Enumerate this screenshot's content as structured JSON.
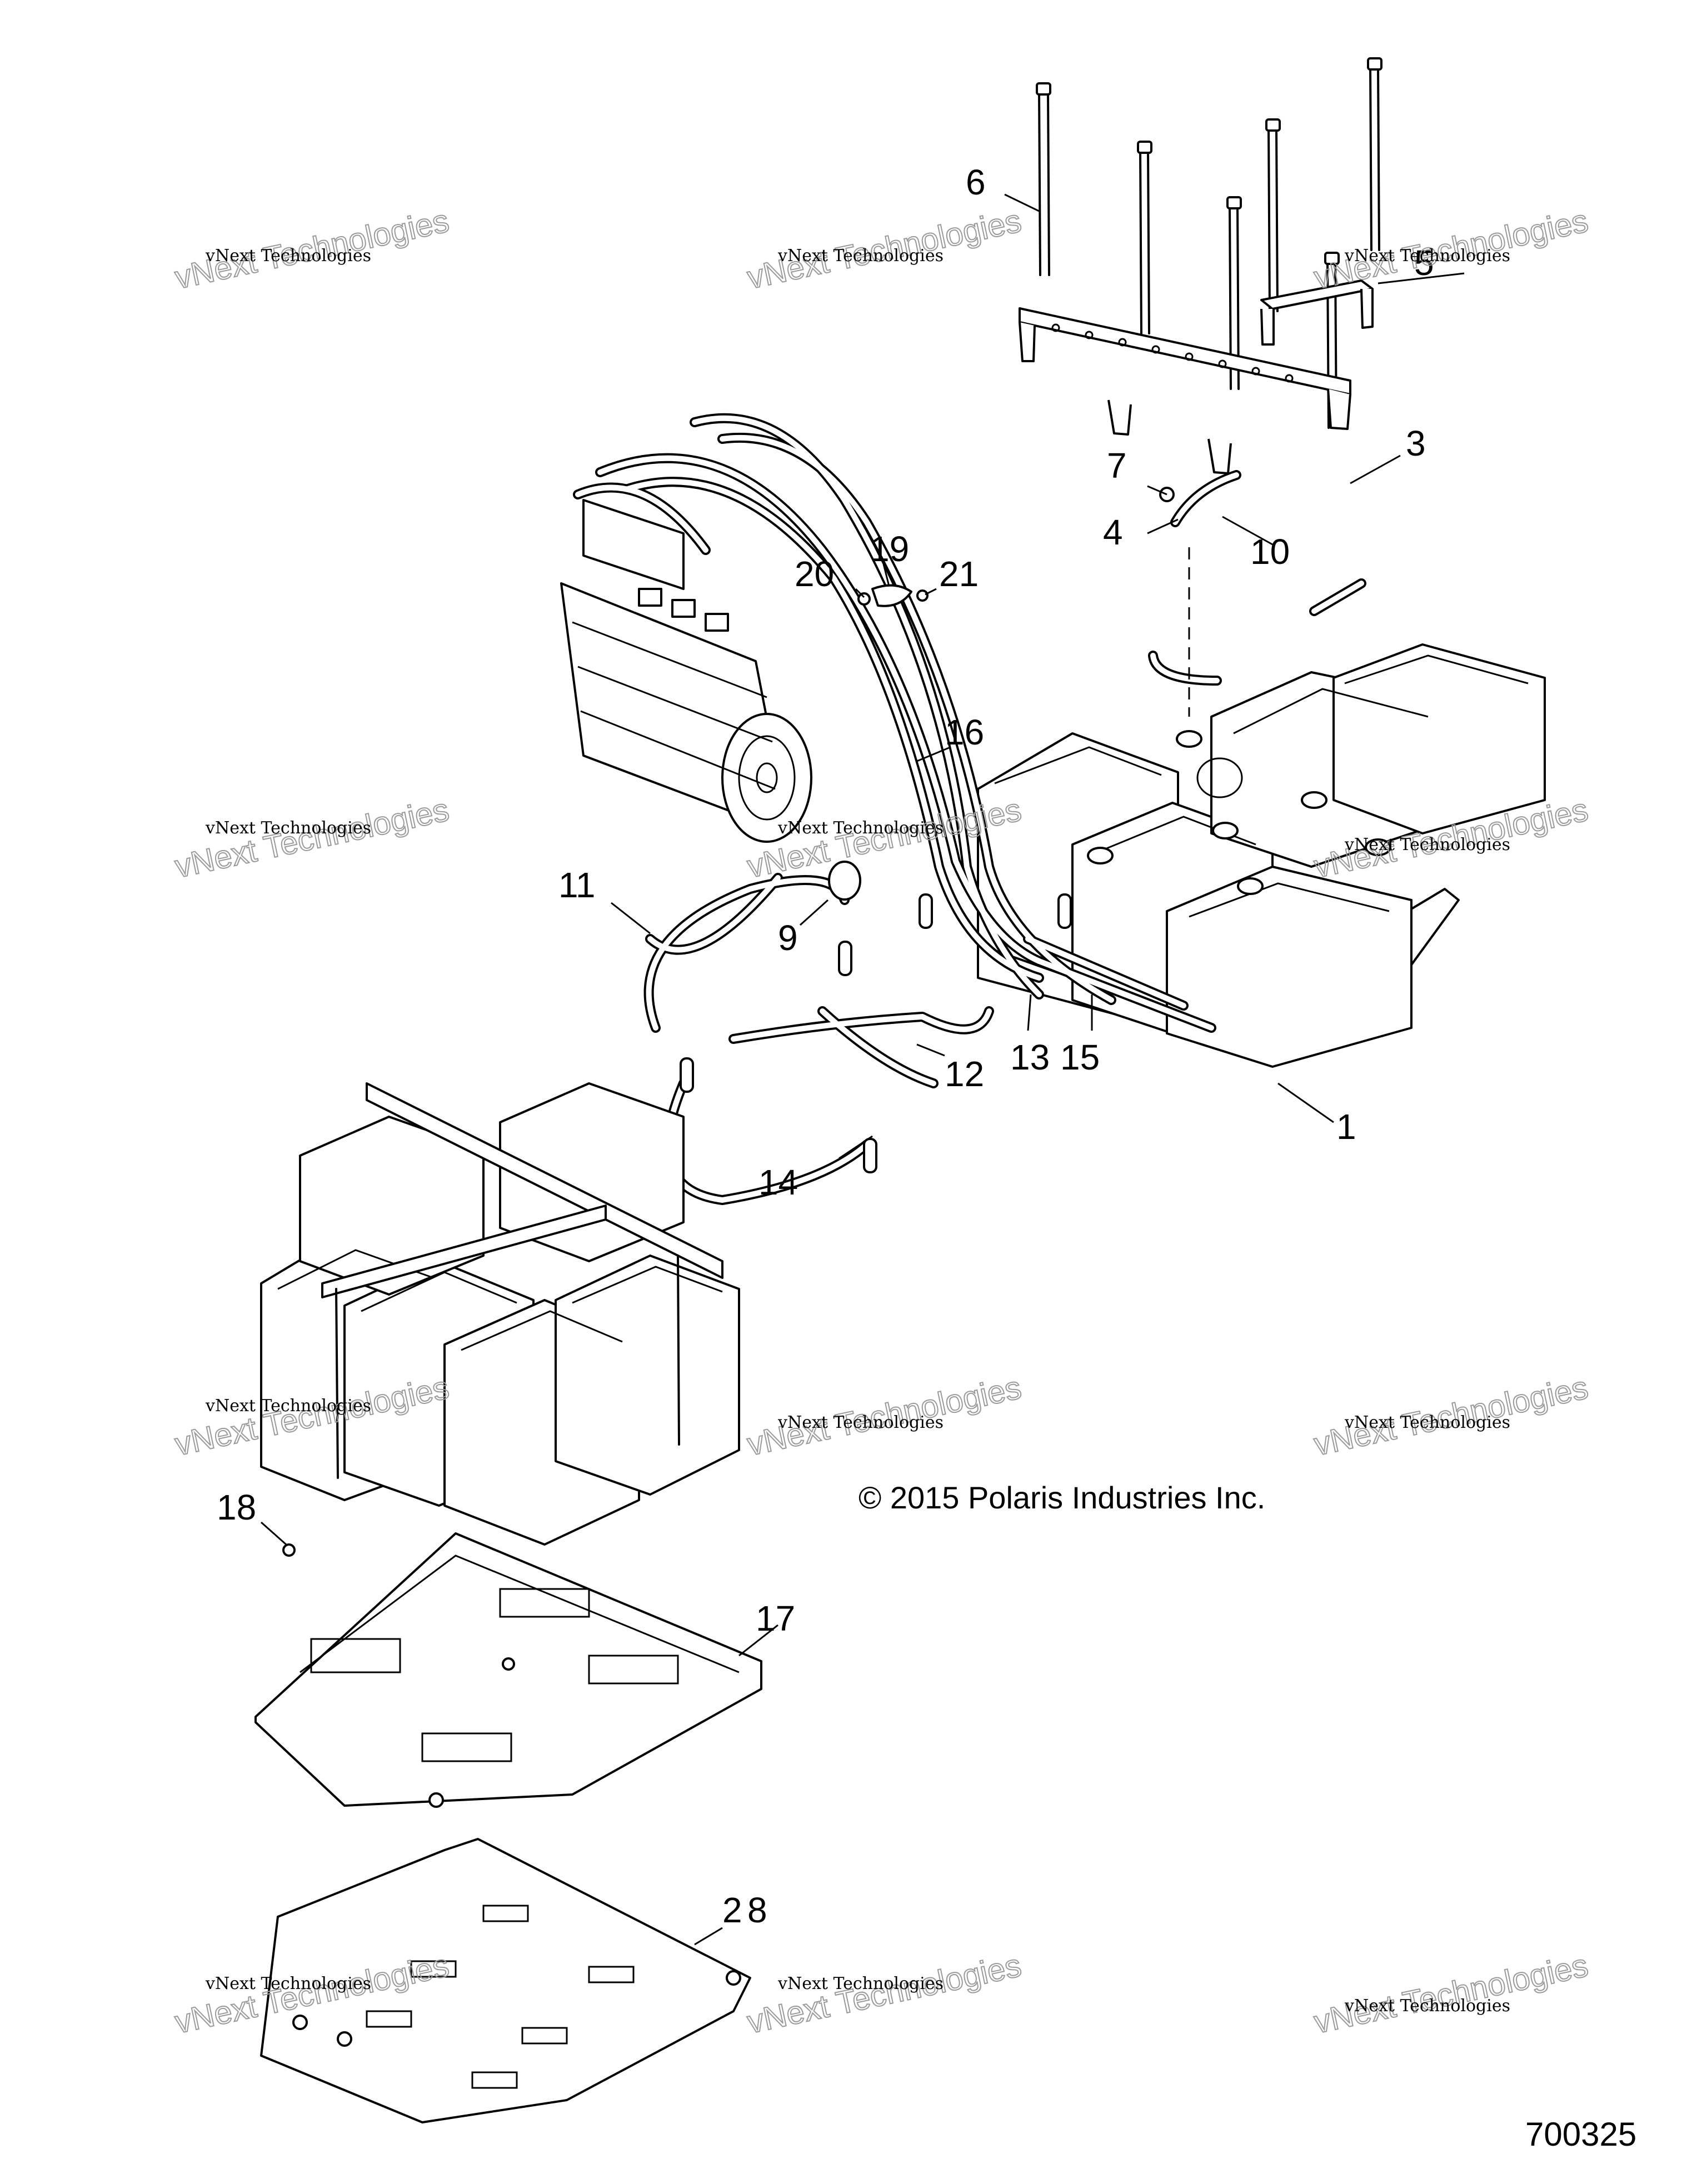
{
  "callouts": {
    "c1": "1",
    "c2": "2",
    "c3": "3",
    "c4": "4",
    "c5": "5",
    "c6": "6",
    "c7": "7",
    "c8": "8",
    "c9": "9",
    "c10": "10",
    "c11": "11",
    "c12": "12",
    "c13": "13",
    "c14": "14",
    "c15": "15",
    "c16": "16",
    "c17": "17",
    "c18": "18",
    "c19": "19",
    "c20": "20",
    "c21": "21"
  },
  "watermark": {
    "line1": "vNext Technologies",
    "overlay": "vNext Technologies"
  },
  "copyright": "© 2015 Polaris Industries Inc.",
  "drawing_number": "700325"
}
